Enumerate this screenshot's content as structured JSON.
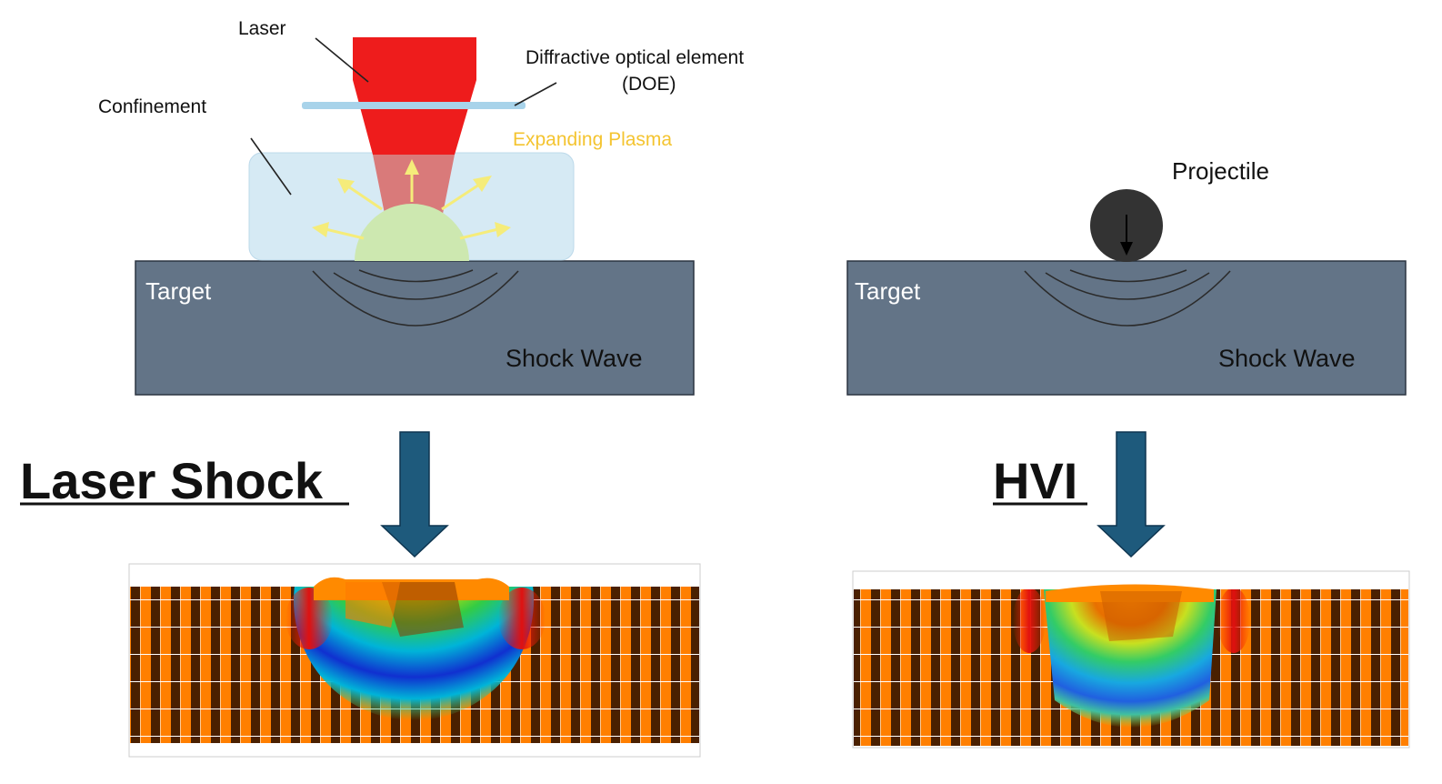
{
  "laser_shock_panel": {
    "laser_label": "Laser",
    "doe_label_line1": "Diffractive optical element",
    "doe_label_line2": "(DOE)",
    "confinement_label": "Confinement",
    "plasma_label": "Expanding Plasma",
    "target_label": "Target",
    "shockwave_label": "Shock Wave",
    "title": "Laser Shock"
  },
  "hvi_panel": {
    "projectile_label": "Projectile",
    "target_label": "Target",
    "shockwave_label": "Shock Wave",
    "title": "HVI"
  },
  "colors": {
    "laser": "#ee1c1c",
    "laser_in_confinement": "#d97a7a",
    "doe": "#a8d3ea",
    "confinement": "#d6eaf4",
    "plasma": "#cde8b0",
    "plasma_arrows": "#f5ec7a",
    "plasma_label": "#f4c430",
    "target": "#637487",
    "flow_arrow": "#1e5a7c",
    "projectile": "#333333",
    "sim_orange": "#ff7f00",
    "sim_dark": "#4a2000"
  }
}
